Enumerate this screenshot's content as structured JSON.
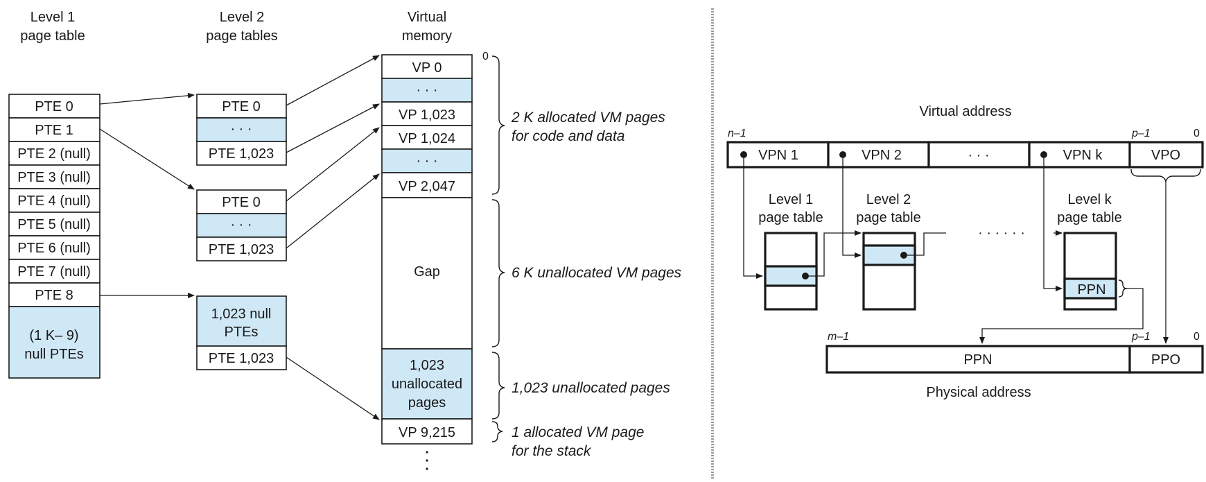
{
  "left": {
    "headers": {
      "level1": [
        "Level 1",
        "page table"
      ],
      "level2": [
        "Level 2",
        "page tables"
      ],
      "vm": [
        "Virtual",
        "memory"
      ]
    },
    "level1_table": [
      "PTE 0",
      "PTE 1",
      "PTE 2 (null)",
      "PTE 3 (null)",
      "PTE 4 (null)",
      "PTE 5 (null)",
      "PTE 6 (null)",
      "PTE 7 (null)",
      "PTE 8"
    ],
    "level1_bottom": [
      "(1 K– 9)",
      "null PTEs"
    ],
    "level2_table_a": [
      "PTE 0",
      "· · ·",
      "PTE 1,023"
    ],
    "level2_table_b": [
      "PTE 0",
      "· · ·",
      "PTE 1,023"
    ],
    "level2_table_c": {
      "null_block": [
        "1,023 null",
        "PTEs"
      ],
      "last": "PTE 1,023"
    },
    "vm_cells": [
      "VP 0",
      "· · ·",
      "VP 1,023",
      "VP 1,024",
      "· · ·",
      "VP 2,047"
    ],
    "gap": "Gap",
    "unallocated": [
      "1,023",
      "unallocated",
      "pages"
    ],
    "vp_last": "VP 9,215",
    "vdots": "·\n·\n·",
    "zero": "0",
    "annotations": {
      "a1": [
        "2 K allocated VM pages",
        "for code and data"
      ],
      "a2": "6 K unallocated VM pages",
      "a3": "1,023 unallocated pages",
      "a4": [
        "1 allocated VM page",
        "for the stack"
      ]
    }
  },
  "right": {
    "virtual_address_title": "Virtual address",
    "bit_labels": {
      "n1": "n–1",
      "p1": "p–1",
      "zero": "0",
      "m1": "m–1",
      "p1b": "p–1",
      "zerob": "0"
    },
    "va_fields": [
      "VPN 1",
      "VPN 2",
      "· · ·",
      "VPN k",
      "VPO"
    ],
    "level_labels": {
      "l1": [
        "Level 1",
        "page table"
      ],
      "l2": [
        "Level 2",
        "page table"
      ],
      "lk": [
        "Level k",
        "page table"
      ]
    },
    "ellipsis": "· · ·   · · ·",
    "ppn_entry": "PPN",
    "pa_fields": [
      "PPN",
      "PPO"
    ],
    "physical_address_title": "Physical address"
  }
}
